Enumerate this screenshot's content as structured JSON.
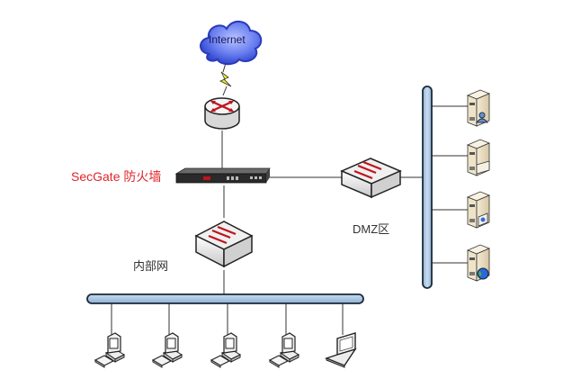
{
  "diagram": {
    "type": "network-topology",
    "nodes": {
      "internet": {
        "label": "Internet",
        "kind": "cloud"
      },
      "router": {
        "label": "",
        "kind": "router"
      },
      "firewall": {
        "label": "SecGate 防火墙",
        "kind": "firewall-appliance"
      },
      "dmz_switch": {
        "label": "DMZ区",
        "kind": "switch"
      },
      "lan_switch": {
        "label": "内部网",
        "kind": "switch"
      },
      "dmz_servers": [
        {
          "kind": "server",
          "badge": "user"
        },
        {
          "kind": "server",
          "badge": "mail"
        },
        {
          "kind": "server",
          "badge": "email-web"
        },
        {
          "kind": "server",
          "badge": "globe"
        }
      ],
      "lan_hosts": [
        {
          "kind": "desktop"
        },
        {
          "kind": "desktop"
        },
        {
          "kind": "desktop"
        },
        {
          "kind": "desktop"
        },
        {
          "kind": "laptop"
        }
      ]
    },
    "links": [
      [
        "internet",
        "router",
        "wan-lightning"
      ],
      [
        "router",
        "firewall"
      ],
      [
        "firewall",
        "dmz_switch"
      ],
      [
        "dmz_switch",
        "dmz_bus"
      ],
      [
        "firewall",
        "lan_switch"
      ],
      [
        "lan_switch",
        "lan_bus"
      ]
    ],
    "colors": {
      "label_red": "#e0252a",
      "bus_fill": "#a8c4e0",
      "bus_stroke": "#1a2a3a",
      "cloud_fill": "#5a78f0",
      "arrow_red": "#c0141c",
      "bolt_yellow": "#f5f020"
    }
  }
}
